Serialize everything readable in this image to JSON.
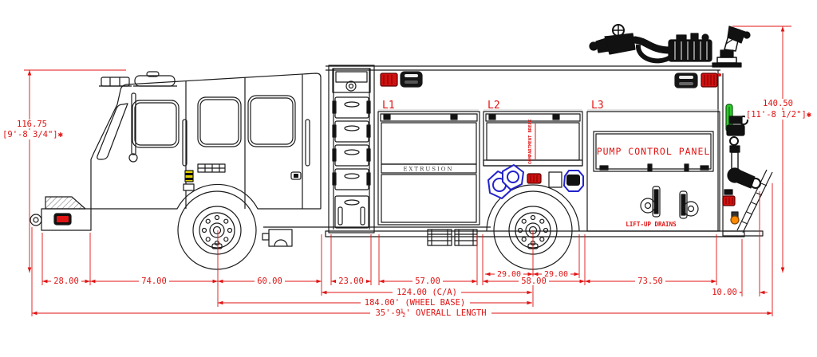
{
  "drawing": {
    "compartment_labels": {
      "l1": "L1",
      "l2": "L2",
      "l3": "L3"
    },
    "pump_control_panel": "PUMP CONTROL PANEL",
    "extrusion": "EXTRUSION",
    "compartment_break": "COMPARTMENT BREAK",
    "lift_up_drains": "LIFT-UP DRAINS"
  },
  "dimensions": {
    "front_height": {
      "inches": "116.75",
      "feet": "[9'-8 3/4\"]✱"
    },
    "rear_height": {
      "inches": "140.50",
      "feet": "[11'-8 1/2\"]✱"
    },
    "chain": [
      "28.00",
      "74.00",
      "60.00",
      "23.00",
      "57.00",
      "58.00",
      "73.50"
    ],
    "axle_split": [
      "29.00",
      "29.00"
    ],
    "rear_overhang": "10.00",
    "cab_to_axle": "124.00 (C/A)",
    "wheel_base": "184.00' (WHEEL BASE)",
    "overall_length": "35'-9½' OVERALL LENGTH"
  },
  "colors": {
    "dimension_red": "#e01313",
    "line_black": "#1a1a1a",
    "light_red": "#d01010",
    "fitting_blue": "#2222cc",
    "beacon_green": "#2ec82e",
    "chock_yellow": "#e6d200",
    "marker_orange": "#ff8a00"
  }
}
